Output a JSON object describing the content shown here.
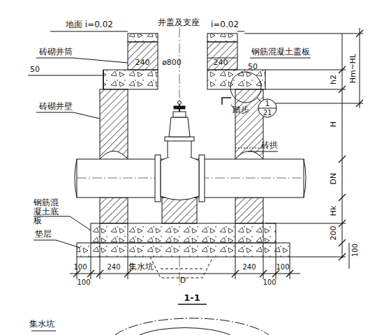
{
  "diagram": {
    "nodes": [
      {
        "text": [
          "1",
          "21"
        ]
      }
    ],
    "labels": [
      "地面 i=0.02",
      "井盖及支座",
      "i=0.02",
      "砖砌井筒",
      "240",
      "ø800",
      "240",
      "钢筋混凝土盖板",
      "50",
      "50",
      "h2",
      "踏步",
      "Hm~HL",
      "砖砌井壁",
      "砖拱",
      "H",
      "DN",
      "钢筋混 凝土底板",
      "Hk",
      "垫层",
      "200",
      "100",
      "100",
      "240",
      "集水坑",
      "D",
      "240",
      "100",
      "100",
      "100",
      "1-1",
      "集水坑"
    ]
  }
}
